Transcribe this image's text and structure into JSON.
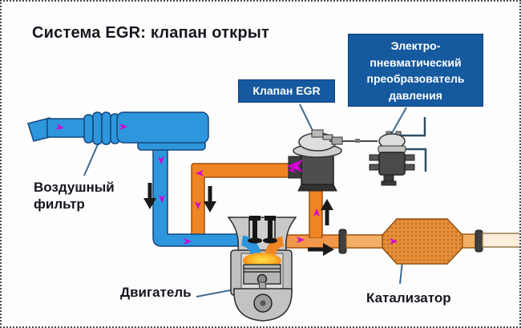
{
  "title": "Система EGR: клапан открыт",
  "callouts": {
    "egr_valve": "Клапан EGR",
    "converter_lines": [
      "Электро-",
      "пневматический",
      "преобразователь",
      "давления"
    ],
    "air_filter_lines": [
      "Воздушный",
      "фильтр"
    ],
    "engine": "Двигатель",
    "catalyst": "Катализатор"
  },
  "colors": {
    "callout_box_bg": "#15599F",
    "callout_box_text": "#FFFFFF",
    "intake_pipe_blue": "#2E96DC",
    "egr_pipe_orange": "#EE8422",
    "exhaust_pipe_orange": "#F0974A",
    "catalyst_body": "#E78F38",
    "flow_arrow_magenta": "#D400D4",
    "direction_arrow_black": "#1A1A1A",
    "callout_line": "#3D6B92",
    "title_text": "#17171F"
  },
  "components": [
    "air-filter",
    "intake-pipe",
    "egr-valve",
    "pressure-converter",
    "engine",
    "catalyst",
    "egr-pipe-loop",
    "exhaust-pipe"
  ]
}
